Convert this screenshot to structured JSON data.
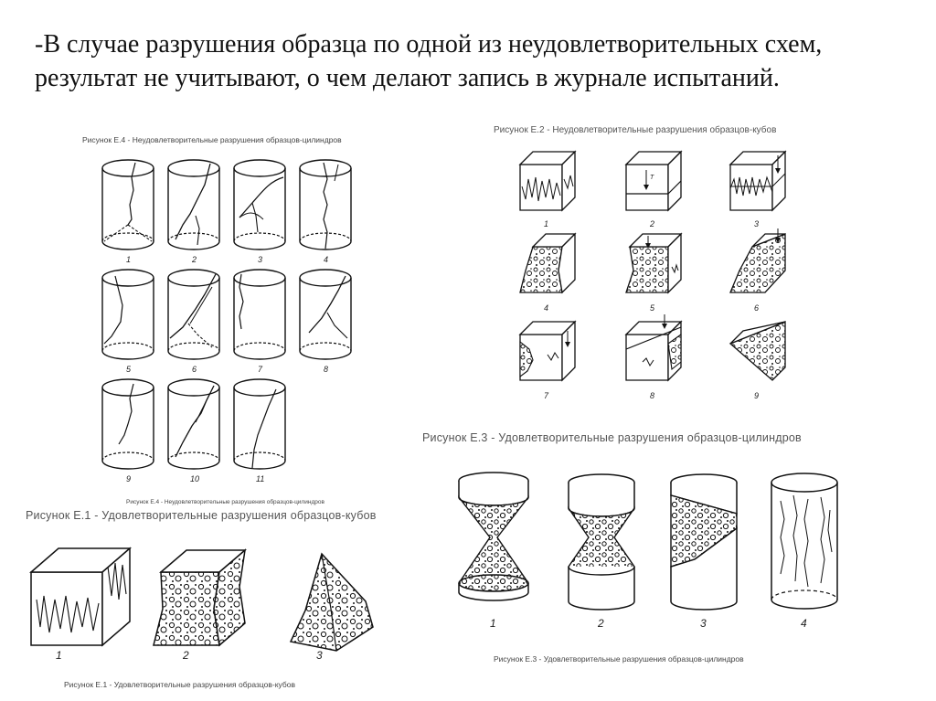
{
  "slide": {
    "text": "-В случае разрушения образца по одной из неудовлетворительных схем, результат не учитывают, о чем делают запись в журнале испытаний."
  },
  "figures": {
    "e4": {
      "caption": "Рисунок Е.4 - Неудовлетворительные разрушения образцов-цилиндров",
      "caption_bottom": "Рисунок Е.4 - Неудовлетворительные разрушения образцов-цилиндров",
      "labels": [
        "1",
        "2",
        "3",
        "4",
        "5",
        "6",
        "7",
        "8",
        "9",
        "10",
        "11"
      ]
    },
    "e2": {
      "caption": "Рисунок Е.2 - Неудовлетворительные разрушения образцов-кубов",
      "labels": [
        "1",
        "2",
        "3",
        "4",
        "5",
        "6",
        "7",
        "8",
        "9"
      ],
      "force_label": "T"
    },
    "e3": {
      "caption": "Рисунок Е.3 - Удовлетворительные разрушения образцов-цилиндров",
      "caption_bottom": "Рисунок Е.3 - Удовлетворительные разрушения образцов-цилиндров",
      "labels": [
        "1",
        "2",
        "3",
        "4"
      ]
    },
    "e1": {
      "caption": "Рисунок Е.1 - Удовлетворительные разрушения образцов-кубов",
      "caption_bottom": "Рисунок Е.1 - Удовлетворительные разрушения образцов-кубов",
      "labels": [
        "1",
        "2",
        "3"
      ]
    }
  }
}
